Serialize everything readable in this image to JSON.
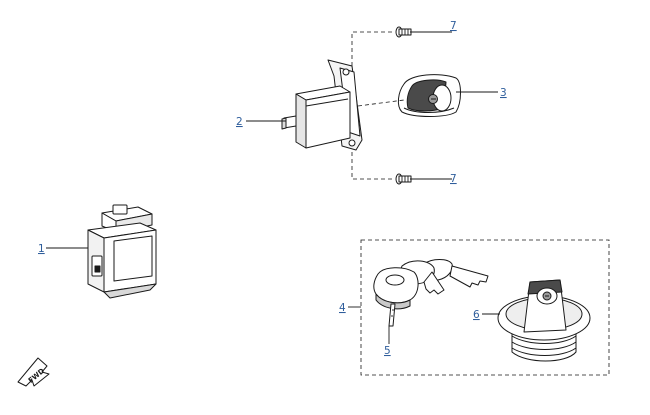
{
  "callouts": [
    {
      "id": "1",
      "label": "1"
    },
    {
      "id": "2",
      "label": "2"
    },
    {
      "id": "3",
      "label": "3"
    },
    {
      "id": "4",
      "label": "4"
    },
    {
      "id": "5",
      "label": "5"
    },
    {
      "id": "6",
      "label": "6"
    },
    {
      "id": "7a",
      "label": "7"
    },
    {
      "id": "7b",
      "label": "7"
    }
  ],
  "parts": [
    {
      "callout": "1",
      "icon": "control-module-icon"
    },
    {
      "callout": "2",
      "icon": "seat-lock-actuator-icon"
    },
    {
      "callout": "3",
      "icon": "lock-cover-icon"
    },
    {
      "callout": "4",
      "icon": "lock-set-kit-icon"
    },
    {
      "callout": "5",
      "icon": "key-fob-icon"
    },
    {
      "callout": "6",
      "icon": "fuel-cap-icon"
    },
    {
      "callout": "7",
      "icon": "screw-icon"
    }
  ],
  "orientation": {
    "label": "FWD",
    "icon": "forward-arrow-icon"
  },
  "colors": {
    "callout_text": "#2f5e9c",
    "line": "#1a1a1a",
    "fill": "#ffffff",
    "shade": "#cfcfcf"
  }
}
